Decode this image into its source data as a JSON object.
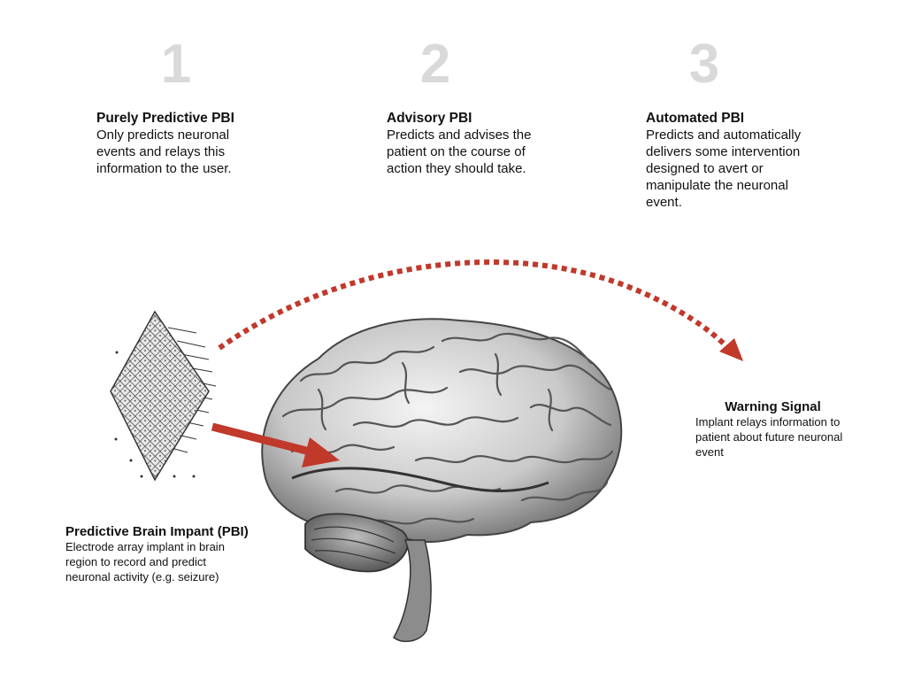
{
  "stages": [
    {
      "number": "1",
      "title": "Purely Predictive PBI",
      "description": "Only predicts neuronal events and relays this information to the user."
    },
    {
      "number": "2",
      "title": "Advisory PBI",
      "description": "Predicts and advises the patient on the course of action they should take."
    },
    {
      "number": "3",
      "title": "Automated PBI",
      "description": "Predicts and automatically delivers some intervention designed to avert or manipulate the neuronal event."
    }
  ],
  "implant": {
    "title": "Predictive Brain Impant (PBI)",
    "description": "Electrode array implant in brain region to record and predict neuronal activity (e.g. seizure)"
  },
  "warning": {
    "title": "Warning Signal",
    "description": "Implant relays information to patient about future neuronal event"
  },
  "colors": {
    "arrow": "#c0392b",
    "stage_number": "#d9d9d9"
  },
  "icons": {
    "implant": "electrode-array-icon",
    "brain": "brain-illustration"
  }
}
